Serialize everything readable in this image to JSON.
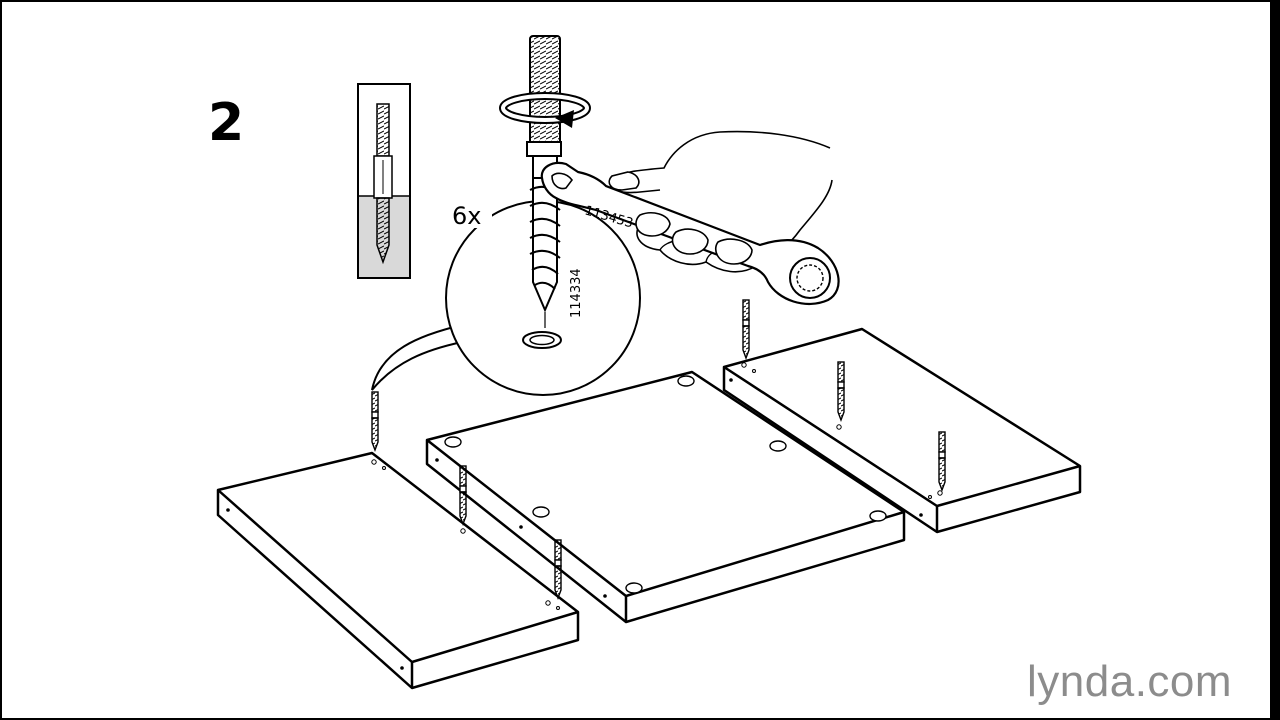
{
  "instruction": {
    "step_number": "2",
    "quantity": "6x",
    "screw_part_number": "114334",
    "wrench_part_number": "113453"
  },
  "watermark": {
    "brand": "lynda",
    "suffix": ".com"
  },
  "colors": {
    "line": "#000000",
    "paper": "#ffffff",
    "inset_fill": "#d9d9d9",
    "watermark": "#8c8c8c"
  },
  "icons": [
    "rotation-arrow-icon",
    "wrench-icon",
    "screw-icon",
    "hand-icon"
  ]
}
